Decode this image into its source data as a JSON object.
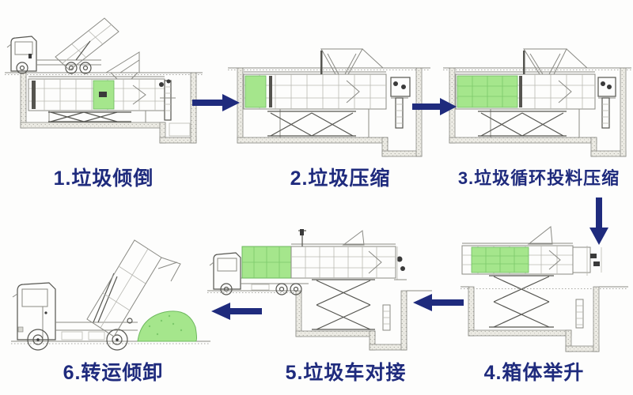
{
  "diagram": {
    "title_present": false,
    "colors": {
      "arrow": "#1f2b7d",
      "label_text": "#1f2b7d",
      "waste_green": "#a5e68c",
      "waste_green_line": "#6db85e",
      "drawing_line": "#8a8a84",
      "pit_wall_fill": "#ecebe4",
      "background": "#fdfdfc"
    },
    "steps": [
      {
        "id": 1,
        "label": "1.垃圾倾倒",
        "illustration": "dump-truck-tipping-into-pit-compactor"
      },
      {
        "id": 2,
        "label": "2.垃圾压缩",
        "illustration": "pit-compactor-compressing"
      },
      {
        "id": 3,
        "label": "3.垃圾循环投料压缩",
        "illustration": "pit-compactor-cyclic-feeding"
      },
      {
        "id": 4,
        "label": "4.箱体举升",
        "illustration": "container-lifted-on-scissor-lift"
      },
      {
        "id": 5,
        "label": "5.垃圾车对接",
        "illustration": "truck-docking-with-lifted-container"
      },
      {
        "id": 6,
        "label": "6.转运倾卸",
        "illustration": "truck-tipping-waste-pile"
      }
    ],
    "arrows": [
      {
        "from": 1,
        "to": 2,
        "direction": "right"
      },
      {
        "from": 2,
        "to": 3,
        "direction": "right"
      },
      {
        "from": 3,
        "to": 4,
        "direction": "down"
      },
      {
        "from": 4,
        "to": 5,
        "direction": "left"
      },
      {
        "from": 5,
        "to": 6,
        "direction": "left"
      }
    ]
  }
}
